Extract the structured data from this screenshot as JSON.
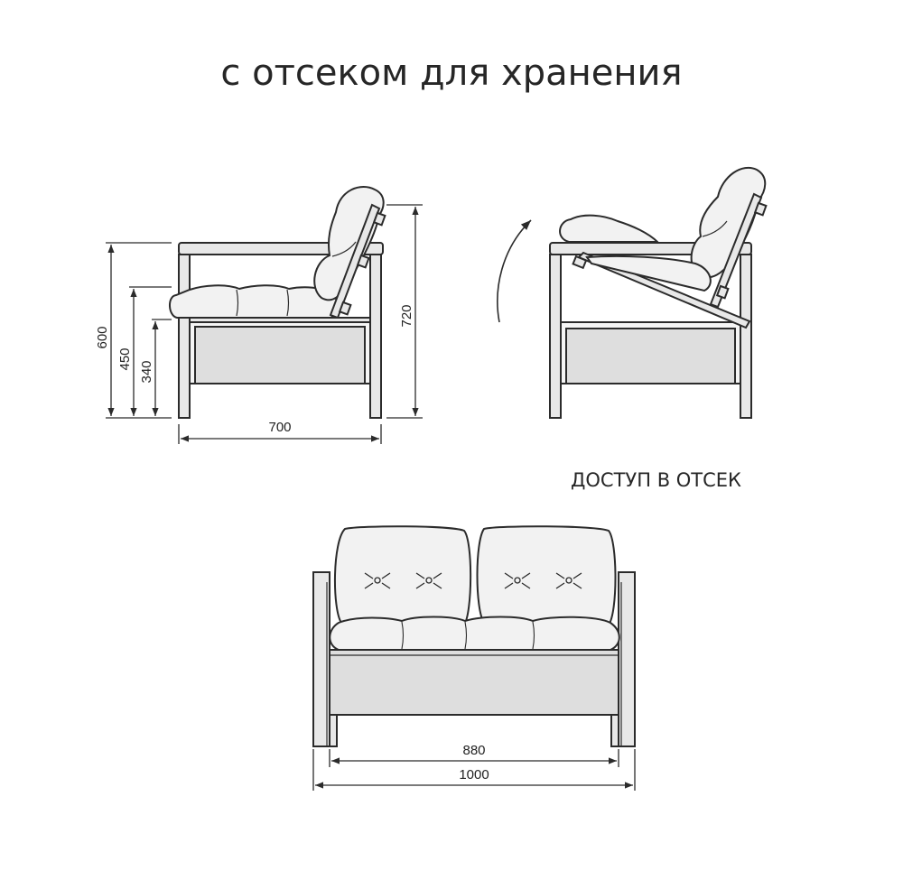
{
  "title": "с отсеком для хранения",
  "caption": "ДОСТУП В ОТСЕК",
  "dimensions": {
    "side_depth": "700",
    "height_total": "600",
    "height_arm": "450",
    "height_seat": "340",
    "height_back": "720",
    "front_inner_width": "880",
    "front_total_width": "1000"
  },
  "colors": {
    "line": "#2b2b2b",
    "fill_light": "#f2f2f2",
    "fill_panel": "#dedede",
    "fill_frame": "#e8e8e8"
  }
}
